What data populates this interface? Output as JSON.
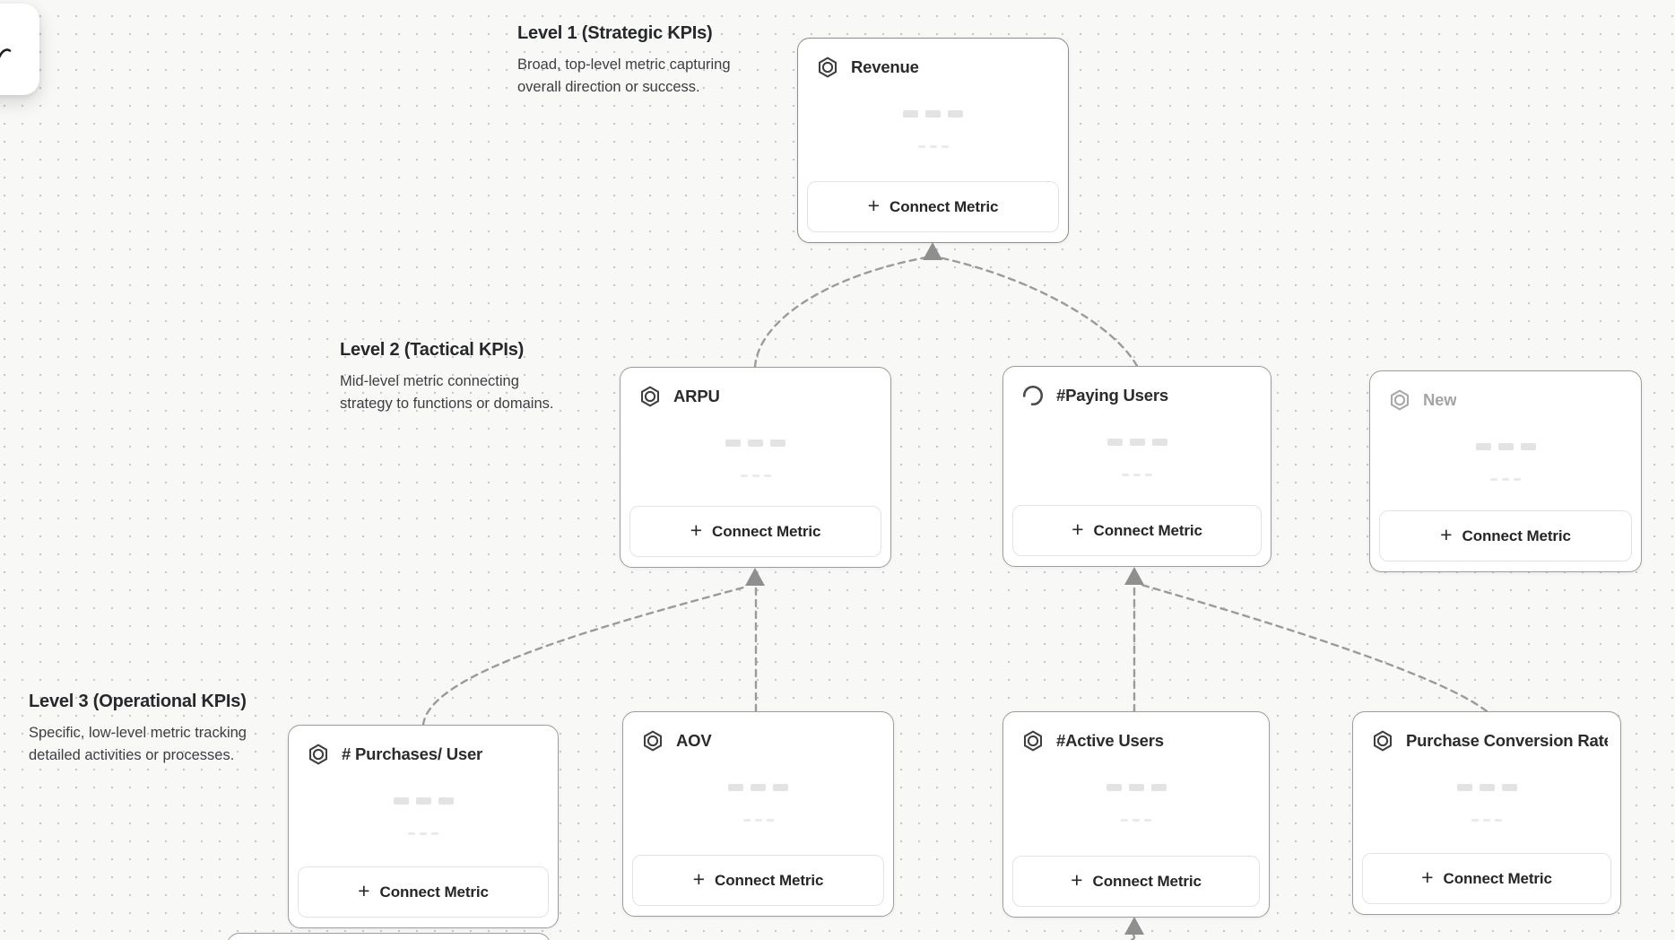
{
  "levels": [
    {
      "title": "Level 1 (Strategic KPIs)",
      "description": "Broad, top-level metric capturing overall direction or success."
    },
    {
      "title": "Level 2 (Tactical KPIs)",
      "description": "Mid-level metric connecting strategy to functions or domains."
    },
    {
      "title": "Level 3 (Operational KPIs)",
      "description": "Specific, low-level metric tracking detailed activities or processes."
    }
  ],
  "cards": [
    {
      "title": "Revenue",
      "icon": "hexagon-metric-icon",
      "level": 1,
      "state": "default"
    },
    {
      "title": "ARPU",
      "icon": "hexagon-metric-icon",
      "level": 2,
      "state": "default"
    },
    {
      "title": "#Paying Users",
      "icon": "spinner-icon",
      "level": 2,
      "state": "loading"
    },
    {
      "title": "New",
      "icon": "hexagon-metric-icon",
      "level": 2,
      "state": "placeholder"
    },
    {
      "title": "# Purchases/ User",
      "icon": "hexagon-metric-icon",
      "level": 3,
      "state": "default"
    },
    {
      "title": "AOV",
      "icon": "hexagon-metric-icon",
      "level": 3,
      "state": "default"
    },
    {
      "title": "#Active Users",
      "icon": "hexagon-metric-icon",
      "level": 3,
      "state": "default"
    },
    {
      "title": "Purchase Conversion Rate",
      "icon": "hexagon-metric-icon",
      "level": 3,
      "state": "default"
    }
  ],
  "connect_button": {
    "plus": "+",
    "label": "Connect Metric"
  },
  "colors": {
    "canvas_bg": "#f8f8f7",
    "dot": "#c7c7c6",
    "edge": "#9b9b9b",
    "card_border": "#9d9d9d",
    "title_text": "#2b2b2b",
    "placeholder_text": "#a4a4a4",
    "button_border": "#e3e3e3"
  }
}
